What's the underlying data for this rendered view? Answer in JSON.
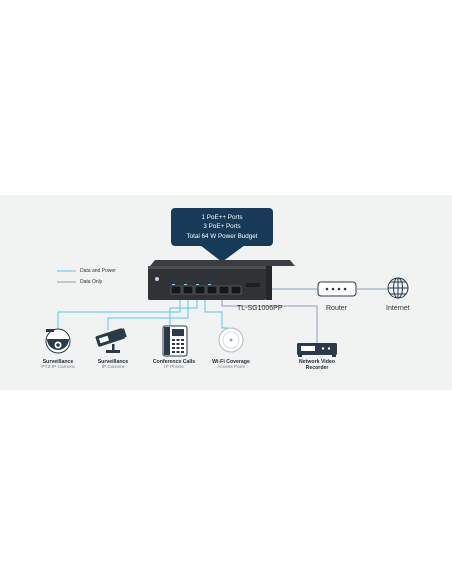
{
  "spec_box": {
    "line1": "1 PoE++ Ports",
    "line2": "3 PoE+ Ports",
    "line3": "Total 64 W Power Budget"
  },
  "legend": {
    "data_power": "Data and Power",
    "data_only": "Data Only"
  },
  "switch": {
    "model": "TL-SG1006PP"
  },
  "router": {
    "label": "Router"
  },
  "internet": {
    "label": "Internet"
  },
  "devices": {
    "ptz": {
      "title": "Surveillance",
      "subtitle": "PTZ IP Camera"
    },
    "ipcam": {
      "title": "Surveillance",
      "subtitle": "IP Camera"
    },
    "phone": {
      "title": "Conference Calls",
      "subtitle": "IP Phone"
    },
    "ap": {
      "title": "Wi-Fi Coverage",
      "subtitle": "Access Point"
    },
    "nvr": {
      "title_line1": "Network Video",
      "title_line2": "Recorder"
    }
  },
  "colors": {
    "data_power": "#5bc8e6",
    "data_only": "#8aa0b4",
    "spec_box": "#163a57",
    "icon": "#2a3a4a",
    "panel": "#f1f2f2"
  }
}
